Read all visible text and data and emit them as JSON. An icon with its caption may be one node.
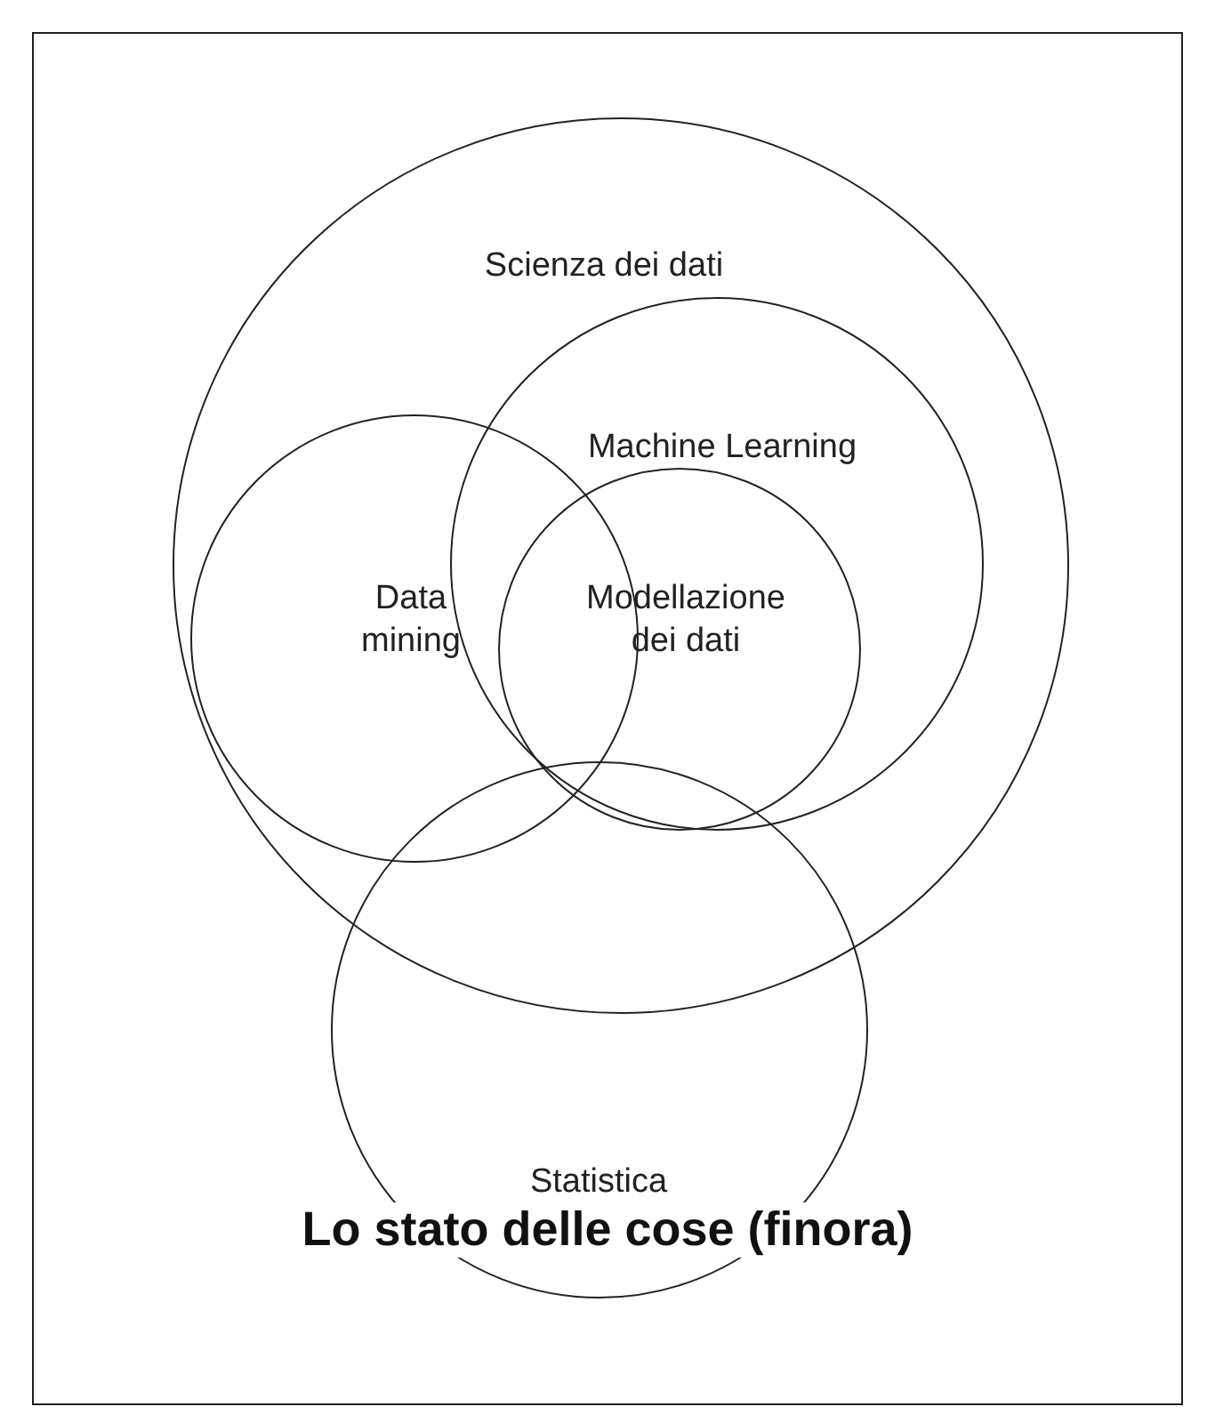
{
  "diagram": {
    "title": "Lo stato delle cose (finora)",
    "nodes": [
      {
        "text": [
          "Scienza dei dati"
        ]
      },
      {
        "text": [
          "Machine Learning"
        ],
        "in": 0
      },
      {
        "text": [
          "Data mining"
        ],
        "in": 0
      },
      {
        "text": [
          "Modellazione dei dati"
        ],
        "in": 1
      },
      {
        "text": [
          "Statistica"
        ]
      }
    ],
    "edges": []
  }
}
